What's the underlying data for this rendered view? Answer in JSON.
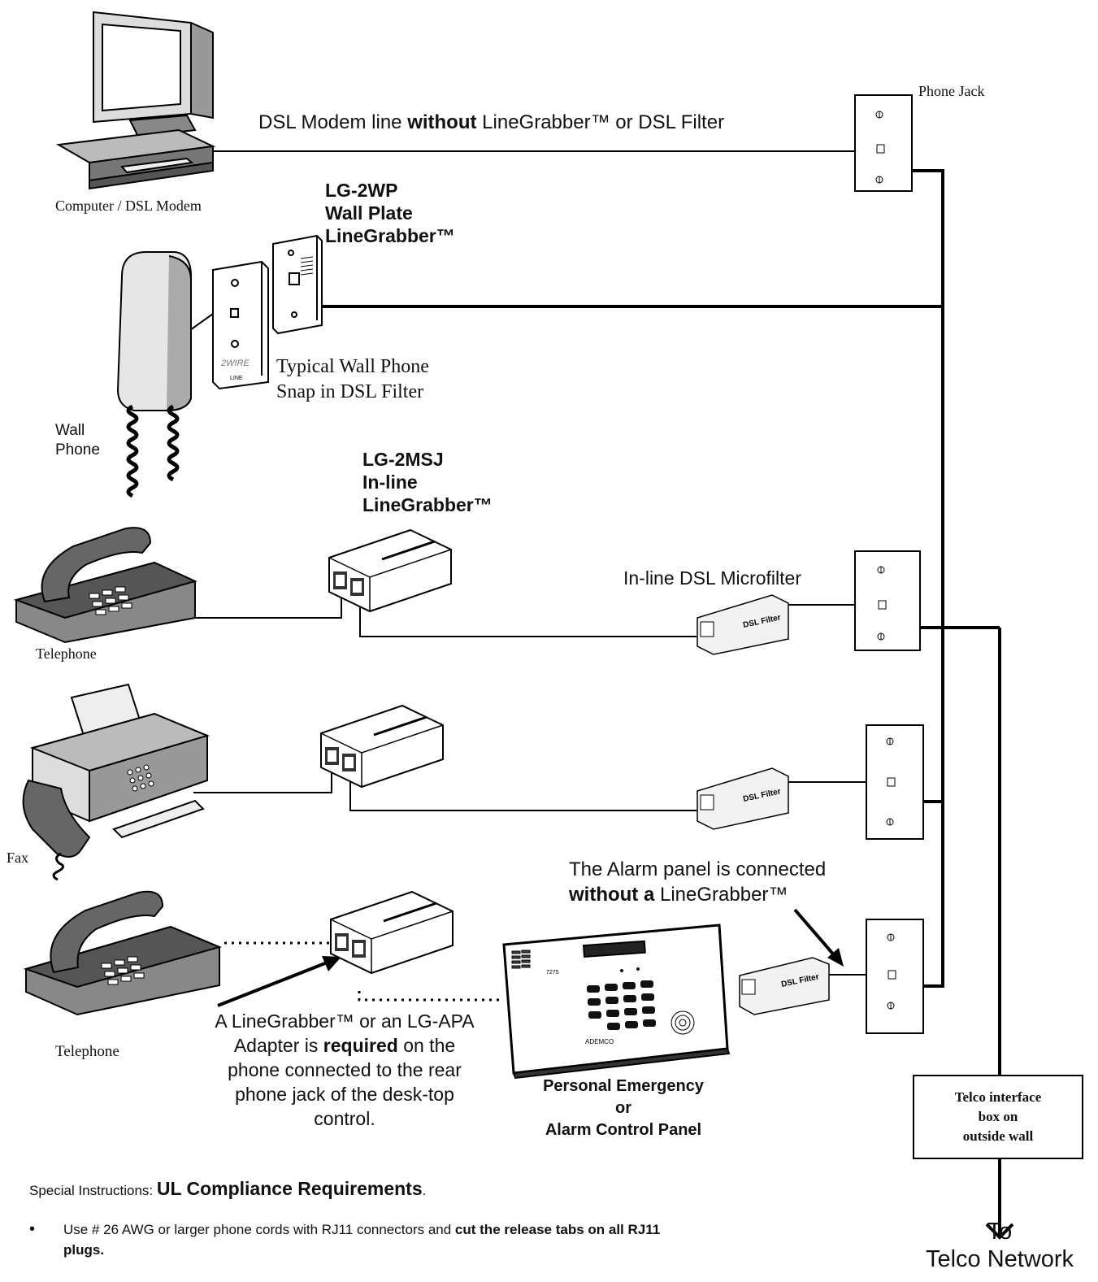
{
  "labels": {
    "computer": "Computer / DSL Modem",
    "dsl_line_pre": "DSL Modem line ",
    "dsl_line_bold": "without",
    "dsl_line_post": " LineGrabber™ or DSL Filter",
    "phone_jack": "Phone Jack",
    "lg2wp": "LG-2WP\nWall Plate\nLineGrabber™",
    "typical_wall_phone": "Typical Wall Phone\nSnap in DSL Filter",
    "wall_phone": "Wall\nPhone",
    "lg2msj": "LG-2MSJ\nIn-line\nLineGrabber™",
    "inline_filter": "In-line DSL Microfilter",
    "telephone1": "Telephone",
    "fax": "Fax",
    "alarm_line1": "The Alarm panel is connected",
    "alarm_line2_bold": "without a",
    "alarm_line2_post": "  LineGrabber™",
    "telephone2": "Telephone",
    "required_pre": "A LineGrabber™ or an LG-APA\nAdapter is ",
    "required_bold": "required",
    "required_post": " on the\nphone connected to the rear\nphone jack of the desk-top\ncontrol.",
    "panel": "Personal Emergency\nor\nAlarm Control Panel",
    "telco_box": "Telco interface\nbox on\noutside wall",
    "to_network": "To\nTelco Network",
    "special_pre": "Special Instructions: ",
    "special_bold": "UL Compliance Requirements",
    "special_post": ".",
    "note1_pre": "Use # 26 AWG or larger phone cords with RJ11 connectors and ",
    "note1_bold": "cut the release tabs on all RJ11\nplugs.",
    "dsl_filter_tag": "DSL Filter",
    "panel_brand": "ADEMCO",
    "panel_model": "7275",
    "lg_plate_brand": "2WIRE",
    "lg_plate_sub": "LINE"
  }
}
